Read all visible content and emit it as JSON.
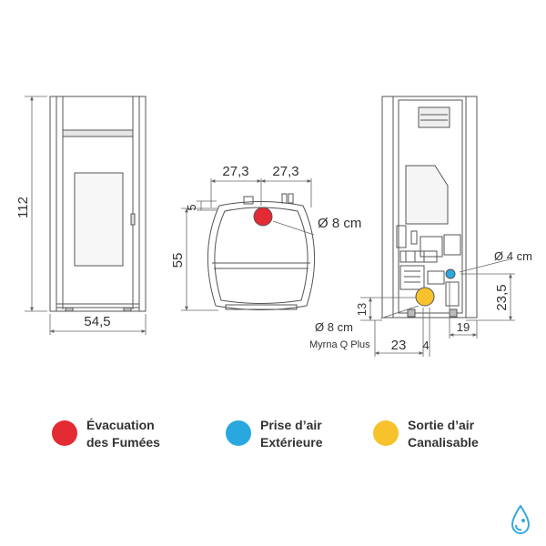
{
  "front_view": {
    "height_label": "112",
    "width_label": "54,5"
  },
  "top_view": {
    "left_half_label": "27,3",
    "right_half_label": "27,3",
    "offset_label": "5",
    "depth_label": "55",
    "flue_diameter_label": "Ø 8 cm"
  },
  "back_view": {
    "air_inlet_diameter_label": "Ø 4 cm",
    "inlet_height_label": "23,5",
    "outlet_height_label": "13",
    "outlet_diameter_label": "Ø 8 cm",
    "model_name": "Myrna Q Plus",
    "outlet_x_label": "23",
    "spacing_label": "4",
    "inlet_x_label": "19"
  },
  "legend": [
    {
      "line1": "Évacuation",
      "line2": "des Fumées",
      "color": "#e42a32"
    },
    {
      "line1": "Prise d’air",
      "line2": "Extérieure",
      "color": "#29a8e0"
    },
    {
      "line1": "Sortie d’air",
      "line2": "Canalisable",
      "color": "#f7c22c"
    }
  ],
  "colors": {
    "line": "#555555",
    "dim": "#666666",
    "logo": "#3aa7dd"
  },
  "icons": {
    "logo": "water-drop-icon"
  }
}
